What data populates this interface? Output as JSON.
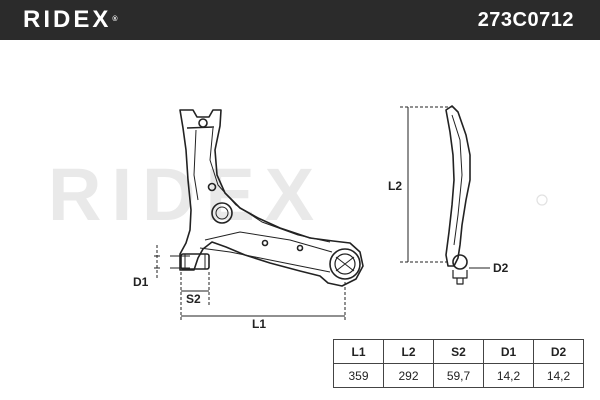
{
  "header": {
    "brand": "RIDEX",
    "brand_mark": "®",
    "part_number": "273C0712"
  },
  "watermark": "RIDEX",
  "diagram": {
    "labels": {
      "d1": "D1",
      "s2": "S2",
      "l1": "L1",
      "l2": "L2",
      "d2": "D2"
    }
  },
  "table": {
    "headers": [
      "L1",
      "L2",
      "S2",
      "D1",
      "D2"
    ],
    "values": [
      "359",
      "292",
      "59,7",
      "14,2",
      "14,2"
    ]
  },
  "colors": {
    "header_bg": "#2b2b2b",
    "header_text": "#ffffff",
    "line": "#222222",
    "watermark": "#e9e9e9"
  }
}
